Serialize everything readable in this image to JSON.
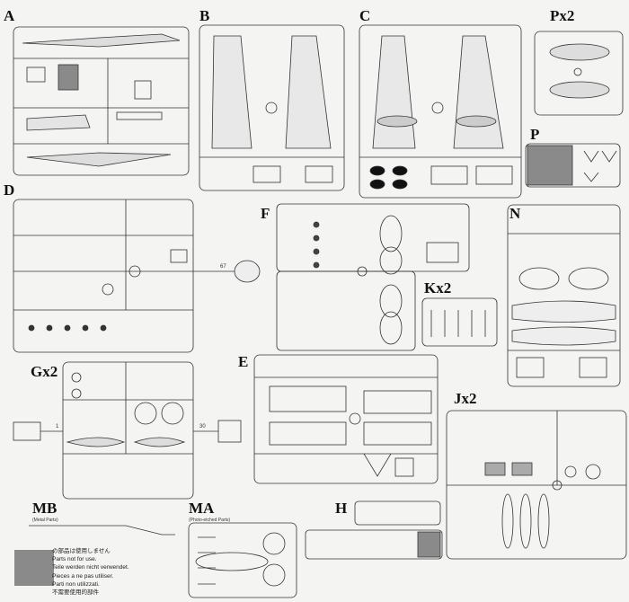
{
  "sprues": [
    {
      "id": "A",
      "label": "A"
    },
    {
      "id": "B",
      "label": "B"
    },
    {
      "id": "C",
      "label": "C"
    },
    {
      "id": "Px2",
      "label": "Px2"
    },
    {
      "id": "P",
      "label": "P"
    },
    {
      "id": "D",
      "label": "D"
    },
    {
      "id": "F",
      "label": "F"
    },
    {
      "id": "Kx2",
      "label": "Kx2"
    },
    {
      "id": "N",
      "label": "N"
    },
    {
      "id": "Gx2",
      "label": "Gx2"
    },
    {
      "id": "E",
      "label": "E"
    },
    {
      "id": "Jx2",
      "label": "Jx2"
    },
    {
      "id": "MB",
      "label": "MB",
      "sublabel": "(Metal Parts)"
    },
    {
      "id": "MA",
      "label": "MA",
      "sublabel": "(Photo-etched Parts)"
    },
    {
      "id": "H",
      "label": "H"
    }
  ],
  "legend": {
    "swatch_color": "#8a8a8a",
    "lines": [
      "の部品は使用しません",
      "Parts not for use.",
      "Teile werden nicht verwendet.",
      "Pieces a ne pas utiliser.",
      "Parti non utilizzati.",
      "不需要使用的部件"
    ]
  },
  "annotations": {
    "d_part": "67",
    "g_part1": "1",
    "g_part30": "30"
  }
}
